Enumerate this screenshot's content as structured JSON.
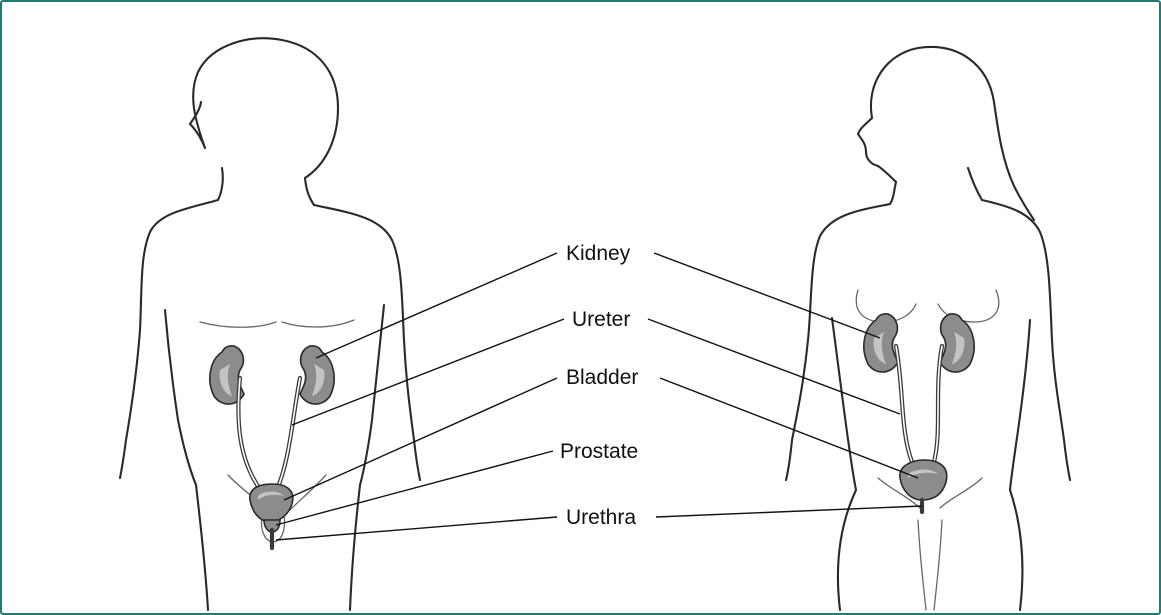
{
  "labels": {
    "kidney": "Kidney",
    "ureter": "Ureter",
    "bladder": "Bladder",
    "prostate": "Prostate",
    "urethra": "Urethra"
  },
  "colors": {
    "frame_border": "#1f7d72",
    "background": "#ffffff",
    "sketch_line": "#2a2a2a",
    "organ_fill": "#8c8c8c"
  }
}
